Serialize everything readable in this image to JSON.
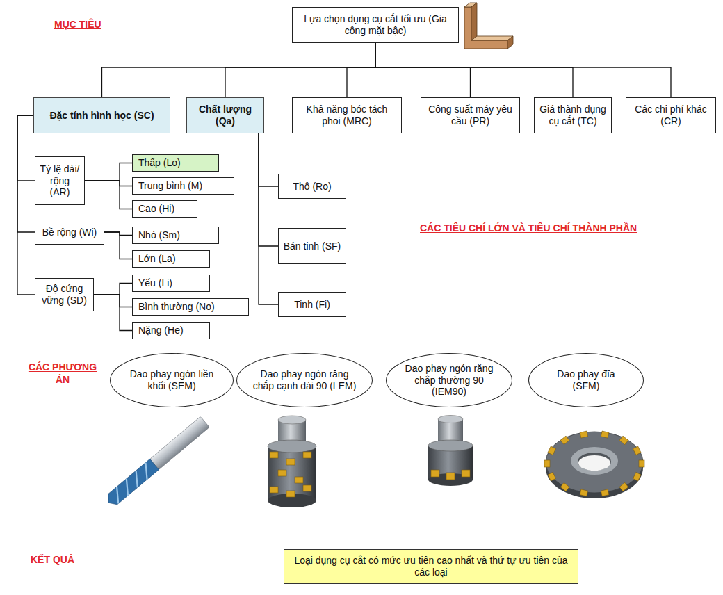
{
  "diagram": {
    "nodes": [
      {
        "text": [
          "Lựa chọn dụng cụ cắt tối ưu (Gia công mặt bậc)"
        ]
      },
      {
        "text": [
          "Đặc tính hình học (SC)"
        ]
      },
      {
        "text": [
          "Chất lượng (Qa)"
        ]
      },
      {
        "text": [
          "Khả năng bóc tách phoi (MRC)"
        ]
      },
      {
        "text": [
          "Công suất máy yêu cầu (PR)"
        ]
      },
      {
        "text": [
          "Giá thành dụng cụ cắt (TC)"
        ]
      },
      {
        "text": [
          "Các chi phí khác (CR)"
        ]
      },
      {
        "text": [
          "Tỷ lệ dài/ rộng (AR)"
        ]
      },
      {
        "text": [
          "Thấp (Lo)"
        ]
      },
      {
        "text": [
          "Trung bình (M)"
        ]
      },
      {
        "text": [
          "Cao (Hi)"
        ]
      },
      {
        "text": [
          "Bề rộng (Wi)"
        ]
      },
      {
        "text": [
          "Nhỏ (Sm)"
        ]
      },
      {
        "text": [
          "Lớn (La)"
        ]
      },
      {
        "text": [
          "Độ cứng vững (SD)"
        ]
      },
      {
        "text": [
          "Yếu (Li)"
        ]
      },
      {
        "text": [
          "Bình thường (No)"
        ]
      },
      {
        "text": [
          "Nặng (He)"
        ]
      },
      {
        "text": [
          "Thô (Ro)"
        ]
      },
      {
        "text": [
          "Bán tinh (SF)"
        ]
      },
      {
        "text": [
          "Tinh (Fi)"
        ]
      },
      {
        "text": [
          "Dao phay ngón liền khối (SEM)"
        ]
      },
      {
        "text": [
          "Dao phay ngón răng chắp cạnh dài 90 (LEM)"
        ]
      },
      {
        "text": [
          "Dao phay ngón răng chắp thường 90 (IEM90)"
        ]
      },
      {
        "text": [
          "Dao phay đĩa (SFM)"
        ]
      },
      {
        "text": [
          "Loại dụng cụ cắt có mức ưu tiên cao nhất và thứ tự ưu tiên của các loại"
        ]
      }
    ],
    "edges": [
      {
        "from": 0,
        "to": 1,
        "arrow": "none"
      },
      {
        "from": 0,
        "to": 2,
        "arrow": "none"
      },
      {
        "from": 0,
        "to": 3,
        "arrow": "none"
      },
      {
        "from": 0,
        "to": 4,
        "arrow": "none"
      },
      {
        "from": 0,
        "to": 5,
        "arrow": "none"
      },
      {
        "from": 0,
        "to": 6,
        "arrow": "none"
      },
      {
        "from": 1,
        "to": 7,
        "arrow": "none"
      },
      {
        "from": 1,
        "to": 11,
        "arrow": "none"
      },
      {
        "from": 1,
        "to": 14,
        "arrow": "none"
      },
      {
        "from": 7,
        "to": 8,
        "arrow": "none"
      },
      {
        "from": 7,
        "to": 9,
        "arrow": "none"
      },
      {
        "from": 7,
        "to": 10,
        "arrow": "none"
      },
      {
        "from": 11,
        "to": 12,
        "arrow": "none"
      },
      {
        "from": 11,
        "to": 13,
        "arrow": "none"
      },
      {
        "from": 14,
        "to": 15,
        "arrow": "none"
      },
      {
        "from": 14,
        "to": 16,
        "arrow": "none"
      },
      {
        "from": 14,
        "to": 17,
        "arrow": "none"
      },
      {
        "from": 2,
        "to": 18,
        "arrow": "none"
      },
      {
        "from": 2,
        "to": 19,
        "arrow": "none"
      },
      {
        "from": 2,
        "to": 20,
        "arrow": "none"
      }
    ],
    "labels": [
      "MỤC TIÊU",
      "CÁC TIÊU CHÍ LỚN VÀ TIÊU CHÍ THÀNH PHẦN",
      "CÁC PHƯƠNG ÁN",
      "KẾT QUẢ"
    ]
  }
}
